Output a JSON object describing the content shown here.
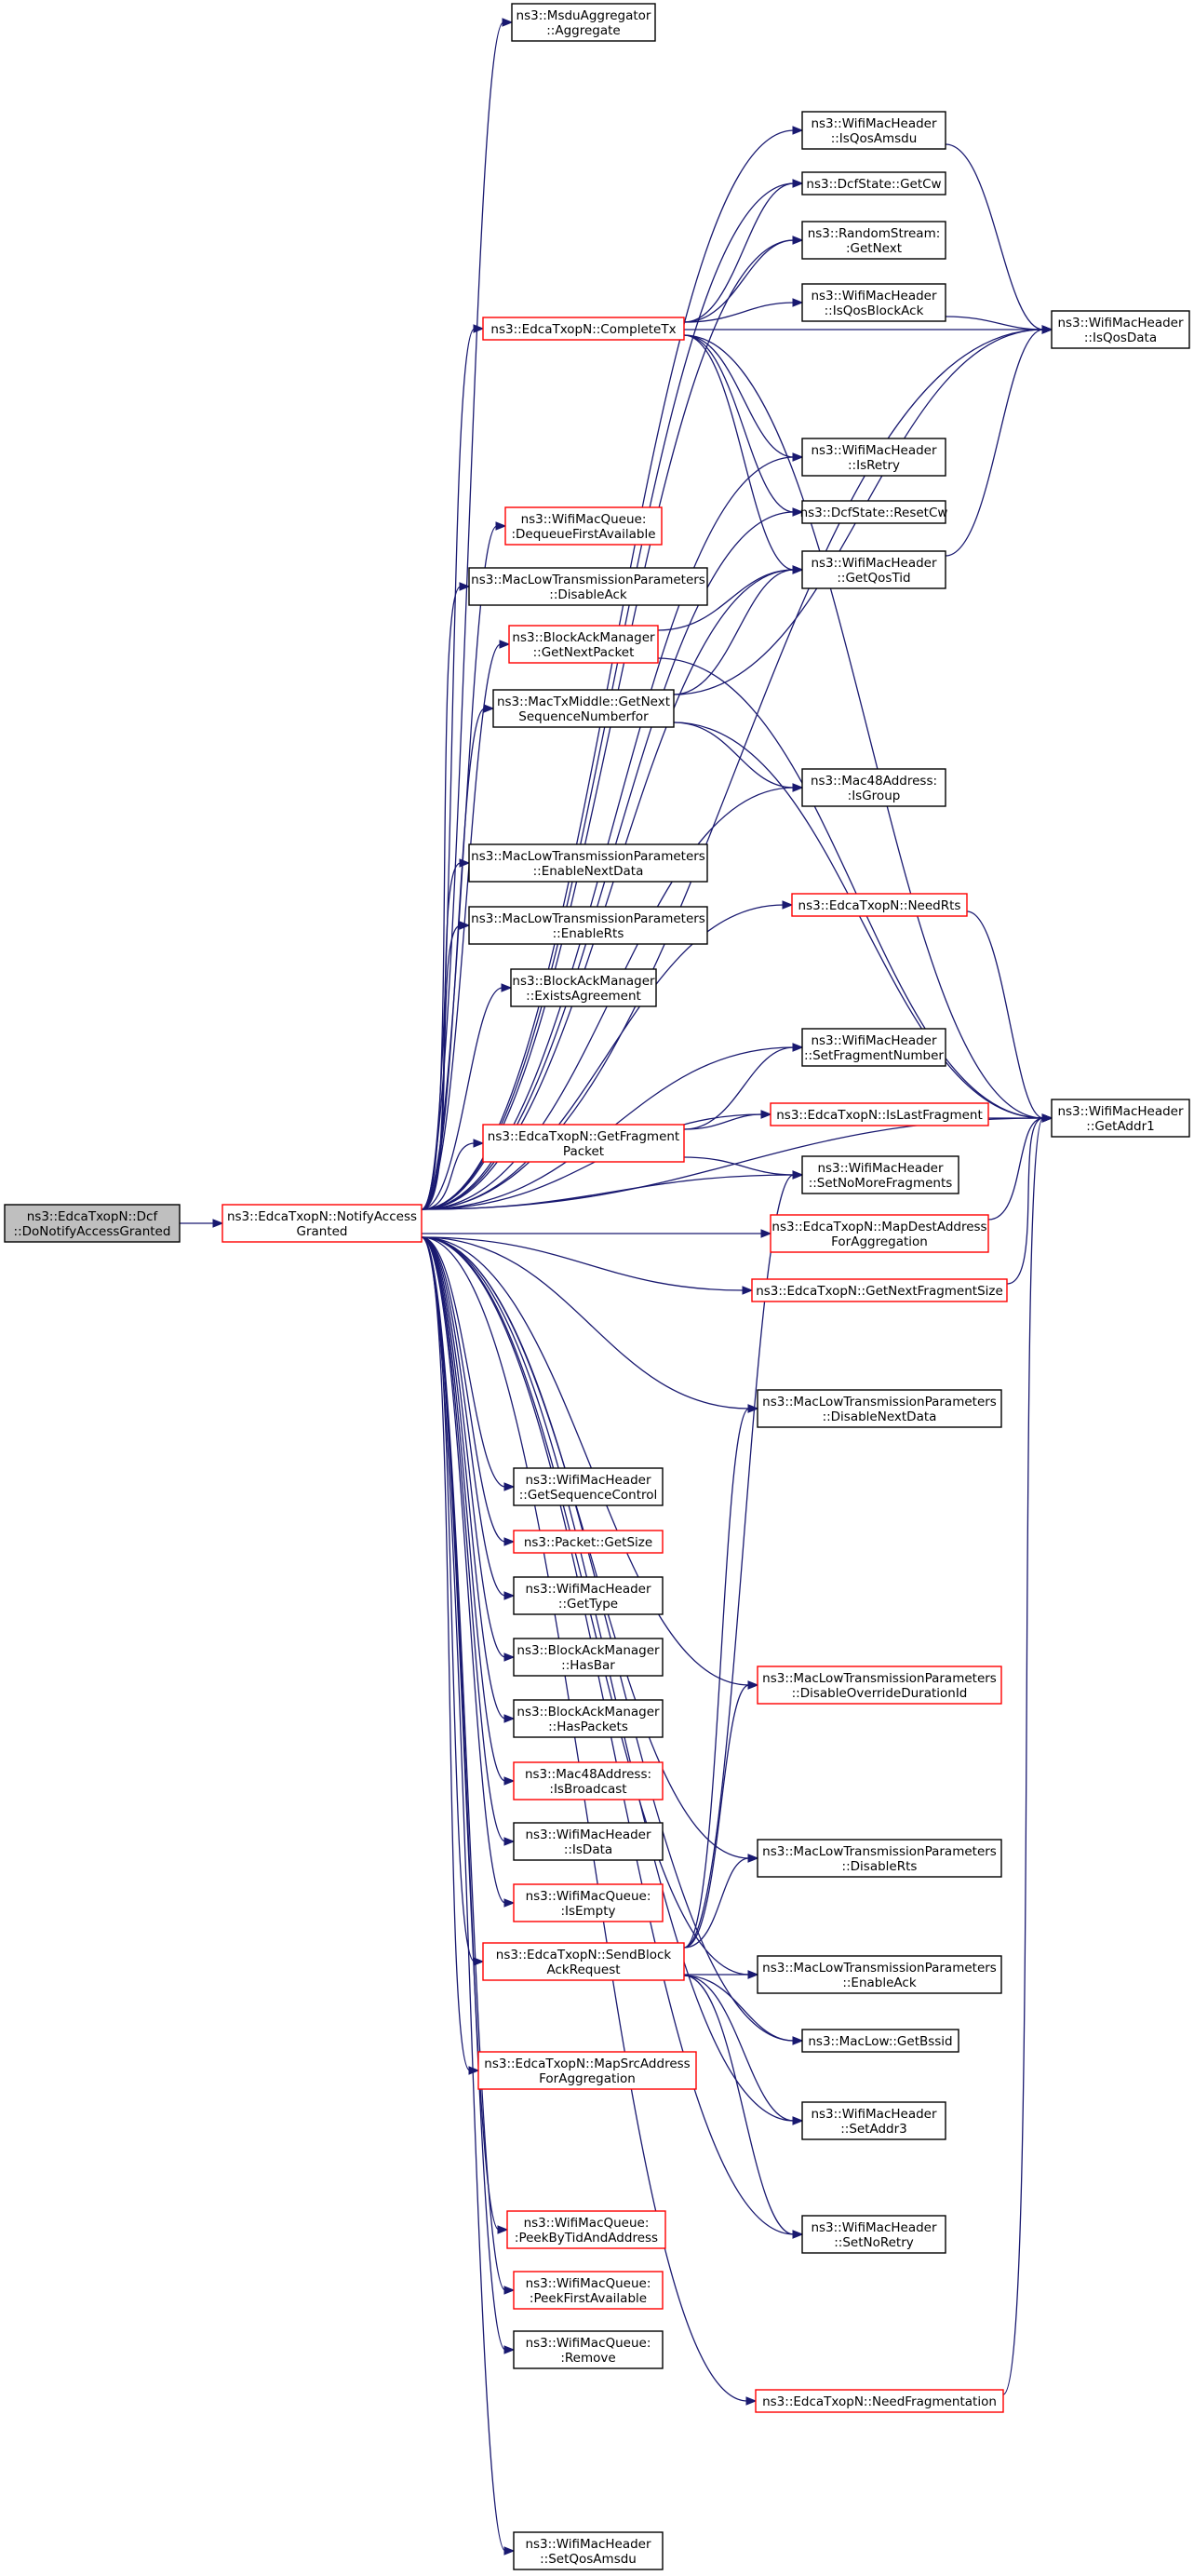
{
  "colors": {
    "edge": "#191970",
    "node_border_default": "#000000",
    "node_border_red": "#ff0000",
    "root_fill": "#bfbfbf",
    "node_fill": "#ffffff"
  },
  "nodes": [
    {
      "id": "root",
      "lines": [
        "ns3::EdcaTxopN::Dcf",
        "::DoNotifyAccessGranted"
      ],
      "color": "root"
    },
    {
      "id": "nag",
      "lines": [
        "ns3::EdcaTxopN::NotifyAccess",
        "Granted"
      ],
      "color": "red"
    },
    {
      "id": "msdu",
      "lines": [
        "ns3::MsduAggregator",
        "::Aggregate"
      ],
      "color": "black"
    },
    {
      "id": "isqosamsdu",
      "lines": [
        "ns3::WifiMacHeader",
        "::IsQosAmsdu"
      ],
      "color": "black"
    },
    {
      "id": "getcw",
      "lines": [
        "ns3::DcfState::GetCw"
      ],
      "color": "black"
    },
    {
      "id": "rsgetnext",
      "lines": [
        "ns3::RandomStream:",
        ":GetNext"
      ],
      "color": "black"
    },
    {
      "id": "completetx",
      "lines": [
        "ns3::EdcaTxopN::CompleteTx"
      ],
      "color": "red"
    },
    {
      "id": "isqosblockack",
      "lines": [
        "ns3::WifiMacHeader",
        "::IsQosBlockAck"
      ],
      "color": "black"
    },
    {
      "id": "isqosdata",
      "lines": [
        "ns3::WifiMacHeader",
        "::IsQosData"
      ],
      "color": "black"
    },
    {
      "id": "isretry",
      "lines": [
        "ns3::WifiMacHeader",
        "::IsRetry"
      ],
      "color": "black"
    },
    {
      "id": "resetcw",
      "lines": [
        "ns3::DcfState::ResetCw"
      ],
      "color": "black"
    },
    {
      "id": "dequeue",
      "lines": [
        "ns3::WifiMacQueue:",
        ":DequeueFirstAvailable"
      ],
      "color": "red"
    },
    {
      "id": "getqostid",
      "lines": [
        "ns3::WifiMacHeader",
        "::GetQosTid"
      ],
      "color": "black"
    },
    {
      "id": "disableack",
      "lines": [
        "ns3::MacLowTransmissionParameters",
        "::DisableAck"
      ],
      "color": "black"
    },
    {
      "id": "bamgetnext",
      "lines": [
        "ns3::BlockAckManager",
        "::GetNextPacket"
      ],
      "color": "red"
    },
    {
      "id": "mactxmiddle",
      "lines": [
        "ns3::MacTxMiddle::GetNext",
        "SequenceNumberfor"
      ],
      "color": "black"
    },
    {
      "id": "isgroup",
      "lines": [
        "ns3::Mac48Address:",
        ":IsGroup"
      ],
      "color": "black"
    },
    {
      "id": "enablenextdata",
      "lines": [
        "ns3::MacLowTransmissionParameters",
        "::EnableNextData"
      ],
      "color": "black"
    },
    {
      "id": "needrts",
      "lines": [
        "ns3::EdcaTxopN::NeedRts"
      ],
      "color": "red"
    },
    {
      "id": "enablerts",
      "lines": [
        "ns3::MacLowTransmissionParameters",
        "::EnableRts"
      ],
      "color": "black"
    },
    {
      "id": "existsagreement",
      "lines": [
        "ns3::BlockAckManager",
        "::ExistsAgreement"
      ],
      "color": "black"
    },
    {
      "id": "setfragnum",
      "lines": [
        "ns3::WifiMacHeader",
        "::SetFragmentNumber"
      ],
      "color": "black"
    },
    {
      "id": "getaddr1",
      "lines": [
        "ns3::WifiMacHeader",
        "::GetAddr1"
      ],
      "color": "black"
    },
    {
      "id": "getfragpacket",
      "lines": [
        "ns3::EdcaTxopN::GetFragment",
        "Packet"
      ],
      "color": "red"
    },
    {
      "id": "islastfrag",
      "lines": [
        "ns3::EdcaTxopN::IsLastFragment"
      ],
      "color": "red"
    },
    {
      "id": "setnomorefrags",
      "lines": [
        "ns3::WifiMacHeader",
        "::SetNoMoreFragments"
      ],
      "color": "black"
    },
    {
      "id": "mapdest",
      "lines": [
        "ns3::EdcaTxopN::MapDestAddress",
        "ForAggregation"
      ],
      "color": "red"
    },
    {
      "id": "getnextfragsize",
      "lines": [
        "ns3::EdcaTxopN::GetNextFragmentSize"
      ],
      "color": "red"
    },
    {
      "id": "disablenextdata",
      "lines": [
        "ns3::MacLowTransmissionParameters",
        "::DisableNextData"
      ],
      "color": "black"
    },
    {
      "id": "getseqctrl",
      "lines": [
        "ns3::WifiMacHeader",
        "::GetSequenceControl"
      ],
      "color": "black"
    },
    {
      "id": "getsize",
      "lines": [
        "ns3::Packet::GetSize"
      ],
      "color": "red"
    },
    {
      "id": "gettype",
      "lines": [
        "ns3::WifiMacHeader",
        "::GetType"
      ],
      "color": "black"
    },
    {
      "id": "hasbar",
      "lines": [
        "ns3::BlockAckManager",
        "::HasBar"
      ],
      "color": "black"
    },
    {
      "id": "disableoverride",
      "lines": [
        "ns3::MacLowTransmissionParameters",
        "::DisableOverrideDurationId"
      ],
      "color": "red"
    },
    {
      "id": "haspackets",
      "lines": [
        "ns3::BlockAckManager",
        "::HasPackets"
      ],
      "color": "black"
    },
    {
      "id": "isbroadcast",
      "lines": [
        "ns3::Mac48Address:",
        ":IsBroadcast"
      ],
      "color": "red"
    },
    {
      "id": "isdata",
      "lines": [
        "ns3::WifiMacHeader",
        "::IsData"
      ],
      "color": "black"
    },
    {
      "id": "disablerts",
      "lines": [
        "ns3::MacLowTransmissionParameters",
        "::DisableRts"
      ],
      "color": "black"
    },
    {
      "id": "isempty",
      "lines": [
        "ns3::WifiMacQueue:",
        ":IsEmpty"
      ],
      "color": "red"
    },
    {
      "id": "sendblockack",
      "lines": [
        "ns3::EdcaTxopN::SendBlock",
        "AckRequest"
      ],
      "color": "red"
    },
    {
      "id": "enableack",
      "lines": [
        "ns3::MacLowTransmissionParameters",
        "::EnableAck"
      ],
      "color": "black"
    },
    {
      "id": "getbssid",
      "lines": [
        "ns3::MacLow::GetBssid"
      ],
      "color": "black"
    },
    {
      "id": "mapsrc",
      "lines": [
        "ns3::EdcaTxopN::MapSrcAddress",
        "ForAggregation"
      ],
      "color": "red"
    },
    {
      "id": "setaddr3",
      "lines": [
        "ns3::WifiMacHeader",
        "::SetAddr3"
      ],
      "color": "black"
    },
    {
      "id": "peekbytid",
      "lines": [
        "ns3::WifiMacQueue:",
        ":PeekByTidAndAddress"
      ],
      "color": "red"
    },
    {
      "id": "setnoretry",
      "lines": [
        "ns3::WifiMacHeader",
        "::SetNoRetry"
      ],
      "color": "black"
    },
    {
      "id": "peekfirst",
      "lines": [
        "ns3::WifiMacQueue:",
        ":PeekFirstAvailable"
      ],
      "color": "red"
    },
    {
      "id": "remove",
      "lines": [
        "ns3::WifiMacQueue:",
        ":Remove"
      ],
      "color": "black"
    },
    {
      "id": "needfrag",
      "lines": [
        "ns3::EdcaTxopN::NeedFragmentation"
      ],
      "color": "red"
    },
    {
      "id": "setqosamsdu",
      "lines": [
        "ns3::WifiMacHeader",
        "::SetQosAmsdu"
      ],
      "color": "black"
    }
  ],
  "edges": [
    [
      "root",
      "nag"
    ],
    [
      "nag",
      "msdu"
    ],
    [
      "nag",
      "isqosamsdu"
    ],
    [
      "nag",
      "getcw"
    ],
    [
      "nag",
      "rsgetnext"
    ],
    [
      "nag",
      "completetx"
    ],
    [
      "nag",
      "isqosdata"
    ],
    [
      "nag",
      "isretry"
    ],
    [
      "nag",
      "resetcw"
    ],
    [
      "nag",
      "dequeue"
    ],
    [
      "nag",
      "getqostid"
    ],
    [
      "nag",
      "disableack"
    ],
    [
      "nag",
      "bamgetnext"
    ],
    [
      "nag",
      "mactxmiddle"
    ],
    [
      "nag",
      "isgroup"
    ],
    [
      "nag",
      "enablenextdata"
    ],
    [
      "nag",
      "needrts"
    ],
    [
      "nag",
      "enablerts"
    ],
    [
      "nag",
      "existsagreement"
    ],
    [
      "nag",
      "setfragnum"
    ],
    [
      "nag",
      "getaddr1"
    ],
    [
      "nag",
      "getfragpacket"
    ],
    [
      "nag",
      "islastfrag"
    ],
    [
      "nag",
      "setnomorefrags"
    ],
    [
      "nag",
      "mapdest"
    ],
    [
      "nag",
      "getnextfragsize"
    ],
    [
      "nag",
      "disablenextdata"
    ],
    [
      "nag",
      "getseqctrl"
    ],
    [
      "nag",
      "getsize"
    ],
    [
      "nag",
      "gettype"
    ],
    [
      "nag",
      "hasbar"
    ],
    [
      "nag",
      "disableoverride"
    ],
    [
      "nag",
      "haspackets"
    ],
    [
      "nag",
      "isbroadcast"
    ],
    [
      "nag",
      "isdata"
    ],
    [
      "nag",
      "disablerts"
    ],
    [
      "nag",
      "isempty"
    ],
    [
      "nag",
      "sendblockack"
    ],
    [
      "nag",
      "enableack"
    ],
    [
      "nag",
      "getbssid"
    ],
    [
      "nag",
      "mapsrc"
    ],
    [
      "nag",
      "setaddr3"
    ],
    [
      "nag",
      "peekbytid"
    ],
    [
      "nag",
      "setnoretry"
    ],
    [
      "nag",
      "peekfirst"
    ],
    [
      "nag",
      "remove"
    ],
    [
      "nag",
      "needfrag"
    ],
    [
      "nag",
      "setqosamsdu"
    ],
    [
      "isqosamsdu",
      "isqosdata"
    ],
    [
      "completetx",
      "getcw"
    ],
    [
      "completetx",
      "rsgetnext"
    ],
    [
      "completetx",
      "isqosblockack"
    ],
    [
      "completetx",
      "isqosdata"
    ],
    [
      "completetx",
      "isretry"
    ],
    [
      "completetx",
      "resetcw"
    ],
    [
      "completetx",
      "getqostid"
    ],
    [
      "completetx",
      "getaddr1"
    ],
    [
      "isqosblockack",
      "isqosdata"
    ],
    [
      "getqostid",
      "isqosdata"
    ],
    [
      "bamgetnext",
      "getqostid"
    ],
    [
      "bamgetnext",
      "getaddr1"
    ],
    [
      "mactxmiddle",
      "getqostid"
    ],
    [
      "mactxmiddle",
      "isqosdata"
    ],
    [
      "mactxmiddle",
      "isgroup"
    ],
    [
      "mactxmiddle",
      "getaddr1"
    ],
    [
      "needrts",
      "getaddr1"
    ],
    [
      "getfragpacket",
      "setfragnum"
    ],
    [
      "getfragpacket",
      "islastfrag"
    ],
    [
      "getfragpacket",
      "setnomorefrags"
    ],
    [
      "islastfrag",
      "getaddr1"
    ],
    [
      "mapdest",
      "getaddr1"
    ],
    [
      "getnextfragsize",
      "getaddr1"
    ],
    [
      "sendblockack",
      "setnomorefrags"
    ],
    [
      "sendblockack",
      "disablenextdata"
    ],
    [
      "sendblockack",
      "disableoverride"
    ],
    [
      "sendblockack",
      "disablerts"
    ],
    [
      "sendblockack",
      "enableack"
    ],
    [
      "sendblockack",
      "getbssid"
    ],
    [
      "sendblockack",
      "setaddr3"
    ],
    [
      "sendblockack",
      "setnoretry"
    ],
    [
      "needfrag",
      "getaddr1"
    ]
  ]
}
